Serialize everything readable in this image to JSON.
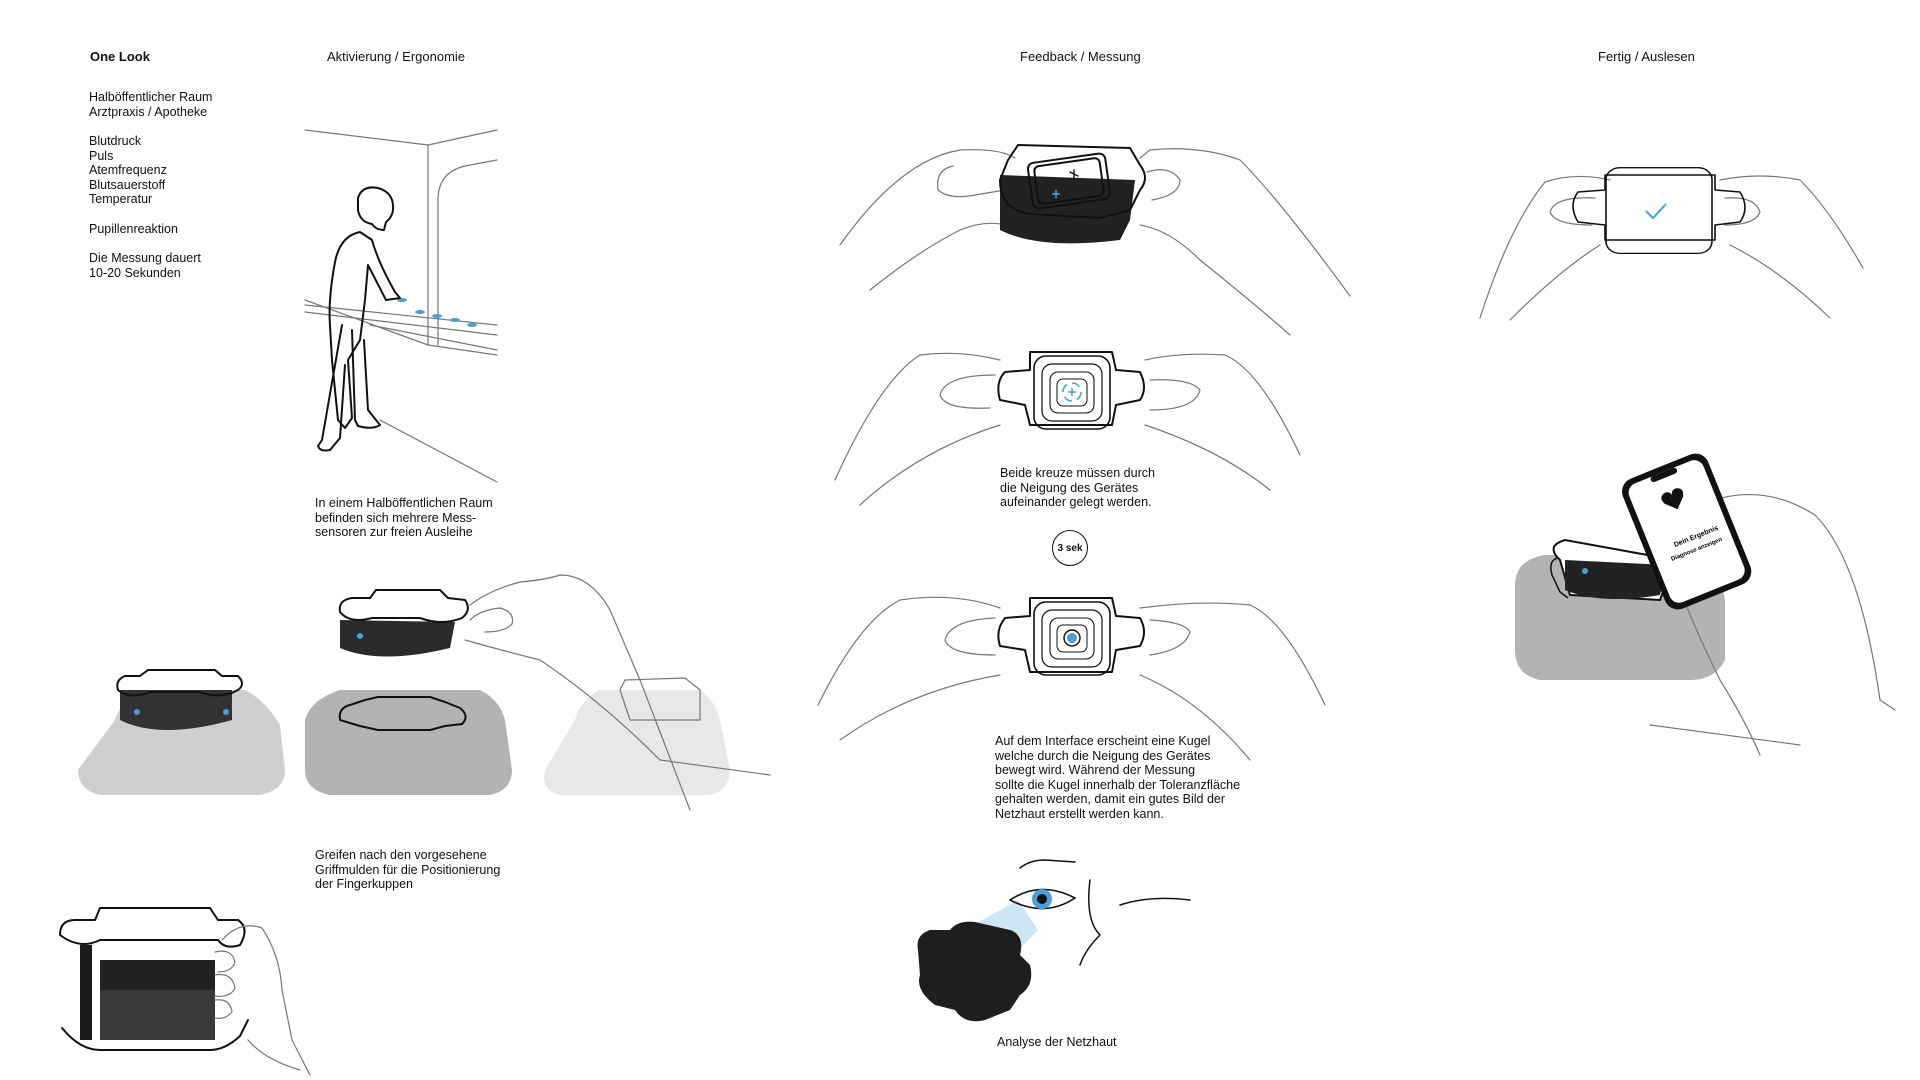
{
  "title": "One Look",
  "intro": {
    "context": "Halböffentlicher Raum\nArztpraxis / Apotheke",
    "measures": "Blutdruck\nPuls\nAtemfrequenz\nBlutsauerstoff\nTemperatur",
    "pupil": "Pupillenreaktion",
    "duration": "Die Messung dauert\n10-20 Sekunden"
  },
  "sections": {
    "activation": "Aktivierung / Ergonomie",
    "feedback": "Feedback / Messung",
    "done": "Fertig / Auslesen"
  },
  "captions": {
    "room": "In einem Halböffentlichen Raum\nbefinden sich mehrere Mess-\nsensoren zur freien Ausleihe",
    "grip": "Greifen nach den vorgesehene\nGriffmulden für die Positionierung\nder Fingerkuppen",
    "crosses": "Beide kreuze müssen durch\ndie Neigung des Gerätes\naufeinander gelegt werden.",
    "timer": "3 sek",
    "sphere": "Auf dem Interface erscheint eine Kugel\nwelche durch die Neigung des Gerätes\nbewegt wird. Während der Messung\nsollte die Kugel innerhalb der Toleranzfläche\ngehalten werden, damit ein gutes Bild der\nNetzhaut erstellt werden kann.",
    "retina": "Analyse der Netzhaut"
  },
  "phone": {
    "line1": "Dein Ergebnis",
    "line2": "Diagnose anzeigen",
    "icon": "heart-icon"
  },
  "colors": {
    "accent": "#4a9fd8",
    "shadow": "#c8c8c8",
    "device": "#1a1a1a"
  }
}
